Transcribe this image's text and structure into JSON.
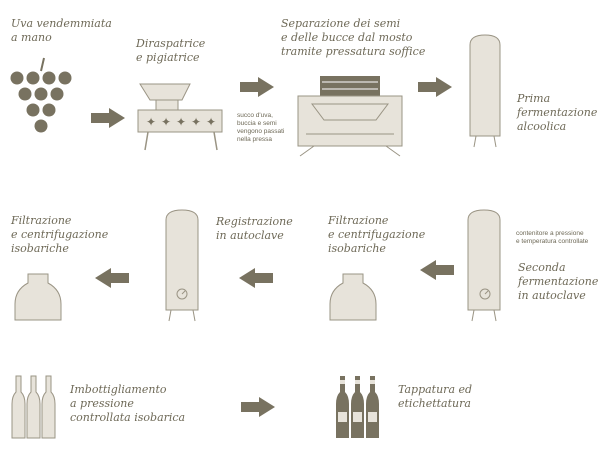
{
  "colors": {
    "dark": "#787260",
    "light": "#e7e3da",
    "stroke": "#9a9484",
    "text": "#6e6957"
  },
  "steps": [
    {
      "id": "harvest",
      "label": "Uva vendemmiata\na mano",
      "icon": "grape-icon"
    },
    {
      "id": "destemmer",
      "label": "Diraspatrice\ne pigiatrice",
      "icon": "destemmer-crusher-icon",
      "note": "succo d'uva,\nbuccia e semi\nvengono passati\nnella pressa"
    },
    {
      "id": "press",
      "label": "Separazione dei semi\ne delle bucce dal mosto\ntramite pressatura soffice",
      "icon": "soft-press-icon"
    },
    {
      "id": "first-fermentation",
      "label": "Prima\nfermentazione\nalcoolica",
      "icon": "fermentation-tank-icon"
    },
    {
      "id": "second-fermentation",
      "label": "Seconda\nfermentazione\nin autoclave",
      "icon": "autoclave-tank-icon",
      "note": "contenitore a pressione\ne temperatura controllate"
    },
    {
      "id": "filtration-1",
      "label": "Filtrazione\ne centrifugazione\nisobariche",
      "icon": "filter-centrifuge-icon"
    },
    {
      "id": "registration",
      "label": "Registrazione\nin autoclave",
      "icon": "autoclave-tank-icon"
    },
    {
      "id": "filtration-2",
      "label": "Filtrazione\ne centrifugazione\nisobariche",
      "icon": "filter-centrifuge-icon"
    },
    {
      "id": "bottling",
      "label": "Imbottigliamento\na pressione\ncontrollata isobarica",
      "icon": "empty-bottles-icon"
    },
    {
      "id": "capping",
      "label": "Tappatura ed\netichettatura",
      "icon": "labeled-bottles-icon"
    }
  ]
}
